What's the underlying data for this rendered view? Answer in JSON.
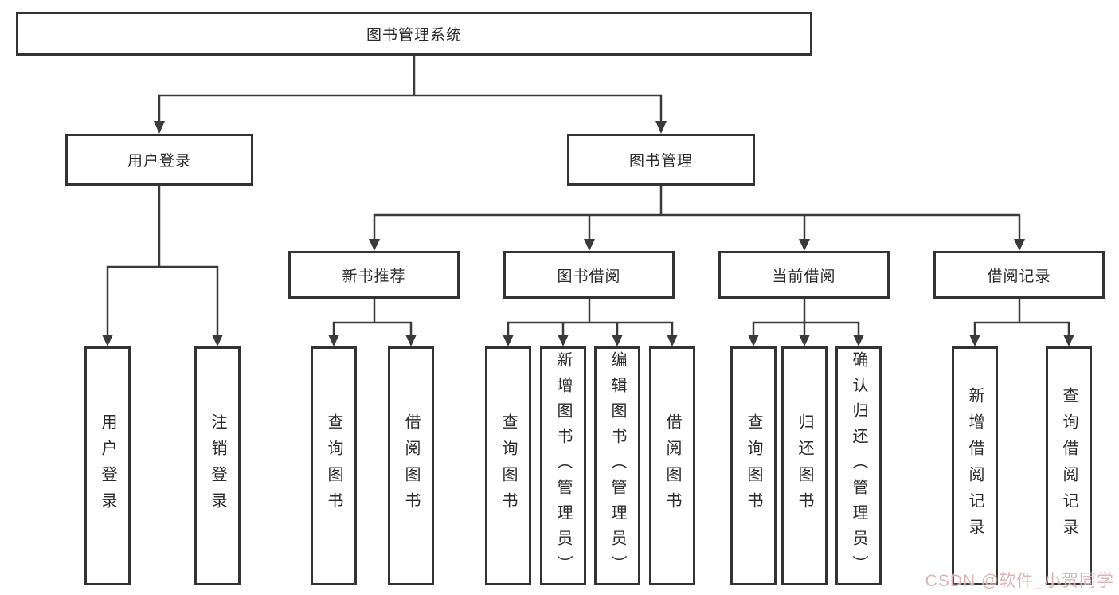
{
  "diagram": {
    "root": {
      "label": "图书管理系统"
    },
    "level2": [
      {
        "id": "user-login",
        "label": "用户登录",
        "parent": "root"
      },
      {
        "id": "book-management",
        "label": "图书管理",
        "parent": "root"
      }
    ],
    "level3": [
      {
        "id": "new-book-recommend",
        "label": "新书推荐",
        "parent": "book-management"
      },
      {
        "id": "book-borrowing",
        "label": "图书借阅",
        "parent": "book-management"
      },
      {
        "id": "current-borrowing",
        "label": "当前借阅",
        "parent": "book-management"
      },
      {
        "id": "borrowing-records",
        "label": "借阅记录",
        "parent": "book-management"
      }
    ],
    "leaves": [
      {
        "id": "user-login",
        "label": "用户登录",
        "parent": "user-login"
      },
      {
        "id": "logout",
        "label": "注销登录",
        "parent": "user-login"
      },
      {
        "id": "query-books-1",
        "label": "查询图书",
        "parent": "new-book-recommend"
      },
      {
        "id": "borrow-books-1",
        "label": "借阅图书",
        "parent": "new-book-recommend"
      },
      {
        "id": "query-books-2",
        "label": "查询图书",
        "parent": "book-borrowing"
      },
      {
        "id": "add-books-admin",
        "label": "新增图书（管理员）",
        "parent": "book-borrowing"
      },
      {
        "id": "edit-books-admin",
        "label": "编辑图书（管理员）",
        "parent": "book-borrowing"
      },
      {
        "id": "borrow-books-2",
        "label": "借阅图书",
        "parent": "book-borrowing"
      },
      {
        "id": "query-books-3",
        "label": "查询图书",
        "parent": "current-borrowing"
      },
      {
        "id": "return-books",
        "label": "归还图书",
        "parent": "current-borrowing"
      },
      {
        "id": "confirm-return-admin",
        "label": "确认归还（管理员）",
        "parent": "current-borrowing"
      },
      {
        "id": "add-borrow-record",
        "label": "新增借阅记录",
        "parent": "borrowing-records"
      },
      {
        "id": "query-borrow-record",
        "label": "查询借阅记录",
        "parent": "borrowing-records"
      }
    ],
    "watermark": "CSDN @软件_小贺同学",
    "colors": {
      "line": "#3a3a3a",
      "border": "#333333",
      "text": "#2b2b2b",
      "background": "#ffffff",
      "watermark": "#dbafb2"
    }
  }
}
